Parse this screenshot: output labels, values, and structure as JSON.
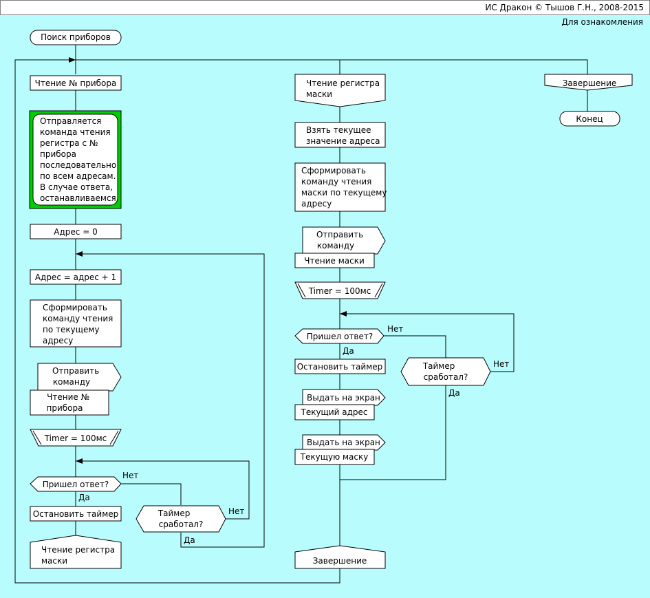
{
  "header": {
    "title": "ИС Дракон © Тышов Г.Н., 2008-2015",
    "note": "Для ознакомления"
  },
  "diagram": {
    "col1": {
      "start": "Поиск приборов",
      "branch_read_id": "Чтение № прибора",
      "comment": [
        "Отправляется",
        "команда чтения",
        "регистра с №",
        "прибора",
        "последовательно",
        "по всем адресам.",
        "В случае ответа,",
        "останавливаемся"
      ],
      "addr_zero": "Адрес = 0",
      "addr_inc": "Адрес = адрес + 1",
      "form_cmd": [
        "Сформировать",
        "команду чтения",
        "по текущему",
        "адресу"
      ],
      "send_cmd": [
        "Отправить",
        "команду"
      ],
      "send_param": [
        "Чтение №",
        "прибора"
      ],
      "timer": "Timer = 100мс",
      "answer_q": "Пришел ответ?",
      "stop_timer": "Остановить таймер",
      "timer_q": [
        "Таймер",
        "сработал?"
      ],
      "address": "Чтение регистра маски",
      "address_lines": [
        "Чтение регистра",
        "маски"
      ]
    },
    "col2": {
      "branch_read_mask": [
        "Чтение регистра",
        "маски"
      ],
      "take_addr": [
        "Взять текущее",
        "значение адреса"
      ],
      "form_mask_cmd": [
        "Сформировать",
        "команду чтения",
        "маски по текущему",
        "адресу"
      ],
      "send_cmd": [
        "Отправить",
        "команду"
      ],
      "send_param": "Чтение маски",
      "timer": "Timer = 100мс",
      "answer_q": "Пришел ответ?",
      "stop_timer": "Остановить таймер",
      "timer_q": [
        "Таймер",
        "сработал?"
      ],
      "out1": "Выдать на экран",
      "out1_param": "Текущий адрес",
      "out2": "Выдать на экран",
      "out2_param": "Текущую маску",
      "address": "Завершение"
    },
    "col3": {
      "branch_finish": "Завершение",
      "end": "Конец"
    },
    "labels": {
      "yes": "Да",
      "no": "Нет"
    },
    "colors": {
      "background": "#b9fcfd",
      "shape_fill": "#ffffff",
      "comment_border": "#00cc00"
    }
  }
}
